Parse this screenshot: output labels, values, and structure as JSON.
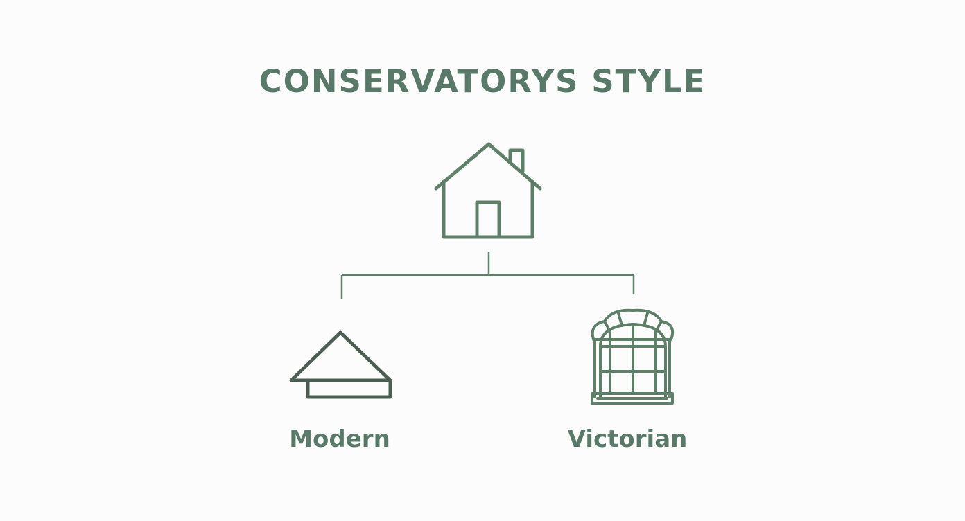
{
  "diagram": {
    "title": "CONSERVATORYS STYLE",
    "root": {
      "icon": "house-icon"
    },
    "children": [
      {
        "label": "Modern",
        "icon": "roof-icon"
      },
      {
        "label": "Victorian",
        "icon": "arched-window-icon"
      }
    ]
  },
  "colors": {
    "background": "#fcfcfc",
    "text": "#5a7a69",
    "icon_stroke": "#5e8068",
    "connector": "#5e8068",
    "modern_icon": "#4a5e52"
  }
}
